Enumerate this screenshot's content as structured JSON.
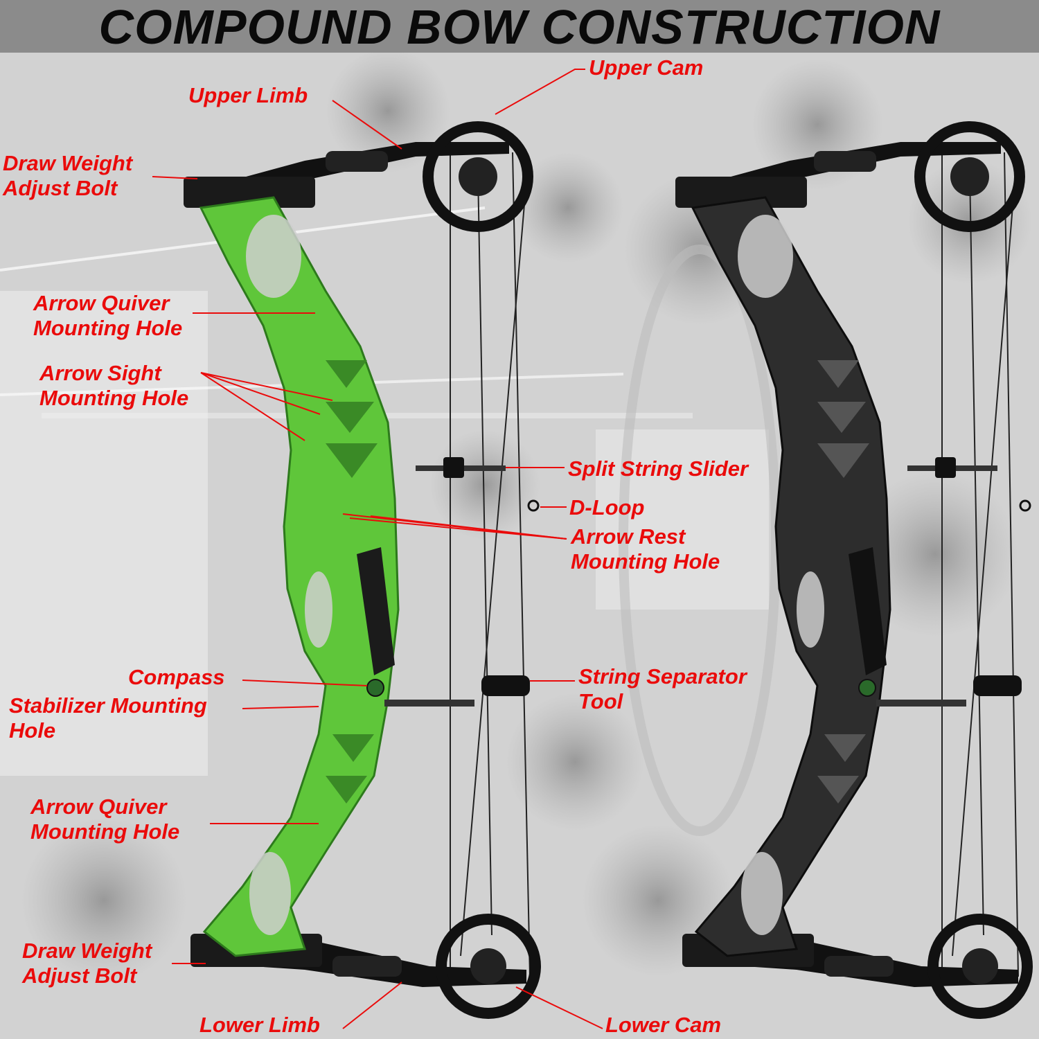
{
  "title": "COMPOUND BOW CONSTRUCTION",
  "colors": {
    "label": "#ea0b0b",
    "title": "#0a0a0a",
    "title_bar": "#8b8b8b",
    "bow_green": "#5fc63a",
    "bow_black": "#2d2d2d"
  },
  "labels": {
    "upper_cam": "Upper Cam",
    "upper_limb": "Upper Limb",
    "draw_weight_top": [
      "Draw Weight",
      "Adjust Bolt"
    ],
    "arrow_quiver_top": [
      "Arrow Quiver",
      "Mounting Hole"
    ],
    "arrow_sight": [
      "Arrow Sight",
      "Mounting Hole"
    ],
    "split_string_slider": "Split String Slider",
    "d_loop": "D-Loop",
    "arrow_rest": [
      "Arrow Rest",
      "Mounting Hole"
    ],
    "compass": "Compass",
    "stabilizer": [
      "Stabilizer Mounting",
      "Hole"
    ],
    "string_separator": [
      "String Separator",
      "Tool"
    ],
    "arrow_quiver_bottom": [
      "Arrow Quiver",
      "Mounting Hole"
    ],
    "draw_weight_bottom": [
      "Draw Weight",
      "Adjust Bolt"
    ],
    "lower_limb": "Lower Limb",
    "lower_cam": "Lower Cam"
  }
}
